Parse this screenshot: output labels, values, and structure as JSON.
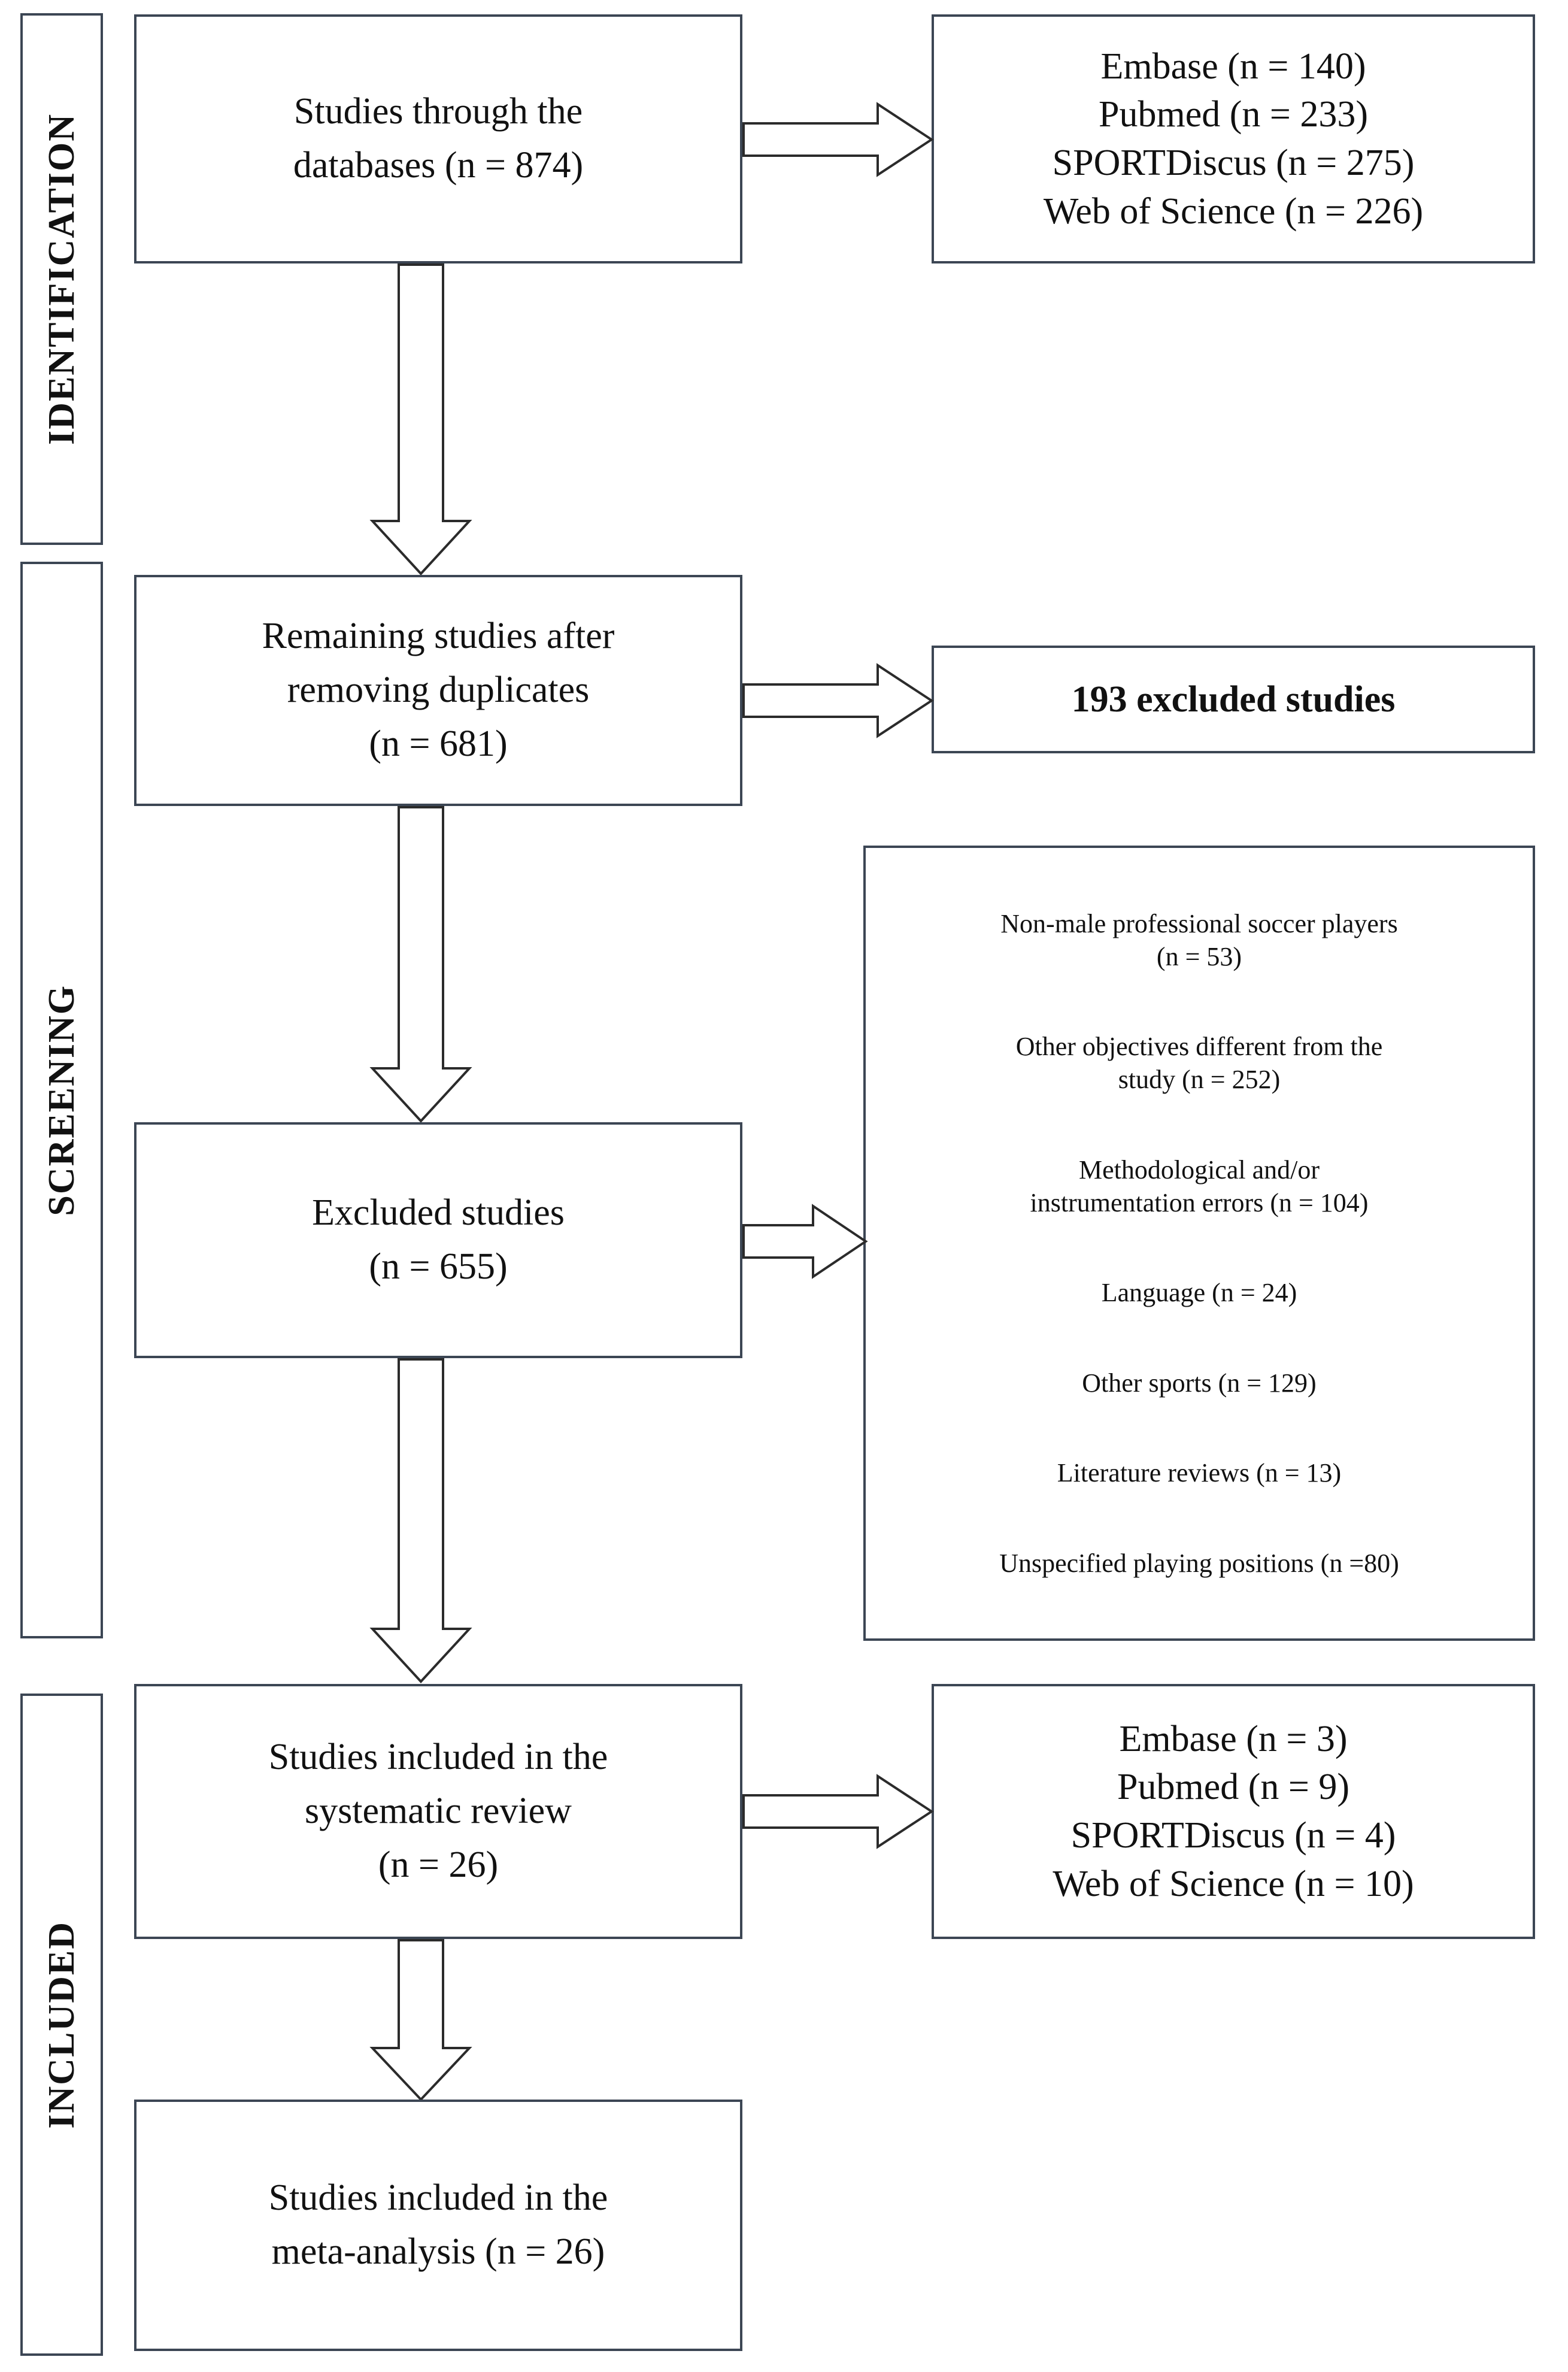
{
  "sidebar": {
    "stages": [
      {
        "label": "IDENTIFICATION"
      },
      {
        "label": "SCREENING"
      },
      {
        "label": "INCLUDED"
      }
    ]
  },
  "flow": {
    "records_identified": {
      "lines": [
        "Studies through the",
        "databases (n = 874)"
      ]
    },
    "databases_identified": {
      "lines": [
        "Embase (n = 140)",
        "Pubmed (n = 233)",
        "SPORTDiscus  (n = 275)",
        "Web of Science (n = 226)"
      ]
    },
    "after_duplicates": {
      "lines": [
        "Remaining studies after",
        "removing duplicates",
        "(n = 681)"
      ]
    },
    "duplicates_removed": {
      "lines": [
        "193 excluded studies"
      ]
    },
    "excluded": {
      "lines": [
        "Excluded studies",
        "(n = 655)"
      ]
    },
    "exclusion_reasons": {
      "groups": [
        [
          "Non-male professional soccer players",
          "(n = 53)"
        ],
        [
          "Other objectives different from the",
          "study (n = 252)"
        ],
        [
          "Methodological and/or",
          "instrumentation  errors (n = 104)"
        ],
        [
          "Language  (n = 24)"
        ],
        [
          "Other sports (n = 129)"
        ],
        [
          "Literature  reviews  (n = 13)"
        ],
        [
          "Unspecified  playing  positions (n =80)"
        ]
      ]
    },
    "included_review": {
      "lines": [
        "Studies included in the",
        "systematic review",
        "(n = 26)"
      ]
    },
    "databases_included": {
      "lines": [
        "Embase (n = 3)",
        "Pubmed (n = 9)",
        "SPORTDiscus  (n = 4)",
        "Web of Science (n = 10)"
      ]
    },
    "included_meta": {
      "lines": [
        "Studies included in the",
        "meta-analysis (n = 26)"
      ]
    }
  }
}
